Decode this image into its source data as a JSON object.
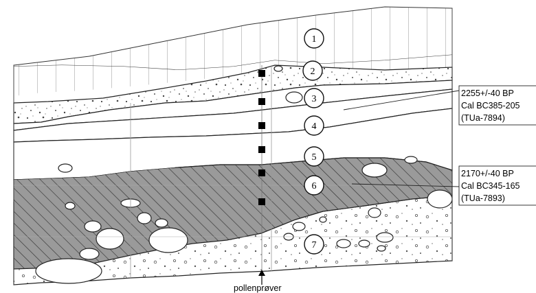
{
  "layers": [
    "1",
    "2",
    "3",
    "4",
    "5",
    "6",
    "7"
  ],
  "dates": [
    {
      "lines": [
        "2255+/-40 BP",
        "Cal BC385-205",
        "(TUa-7894)"
      ]
    },
    {
      "lines": [
        "2170+/-40 BP",
        "Cal BC345-165",
        "(TUa-7893)"
      ]
    }
  ],
  "caption": "pollenprøver",
  "sample_count": 6
}
